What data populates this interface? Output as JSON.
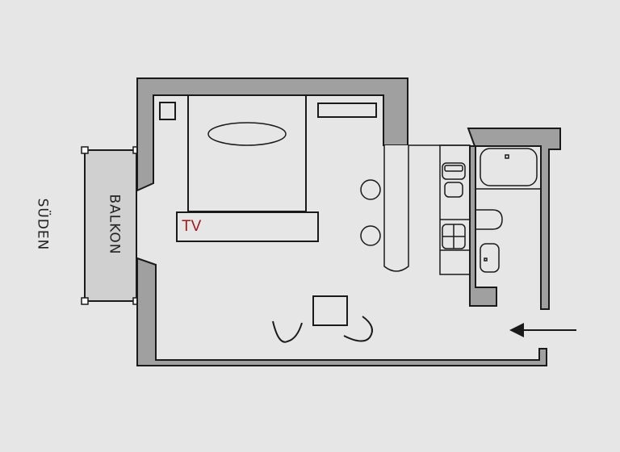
{
  "floorplan": {
    "labels": {
      "direction": "SÜDEN",
      "balcony": "BALKON",
      "tv": "TV"
    },
    "colors": {
      "background": "#e6e6e6",
      "wall_fill": "#a0a0a0",
      "line": "#1a1a1a",
      "balcony_fill": "#d0d0d0",
      "tv_text": "#a01818"
    },
    "entrance_arrow": "left-arrow"
  }
}
